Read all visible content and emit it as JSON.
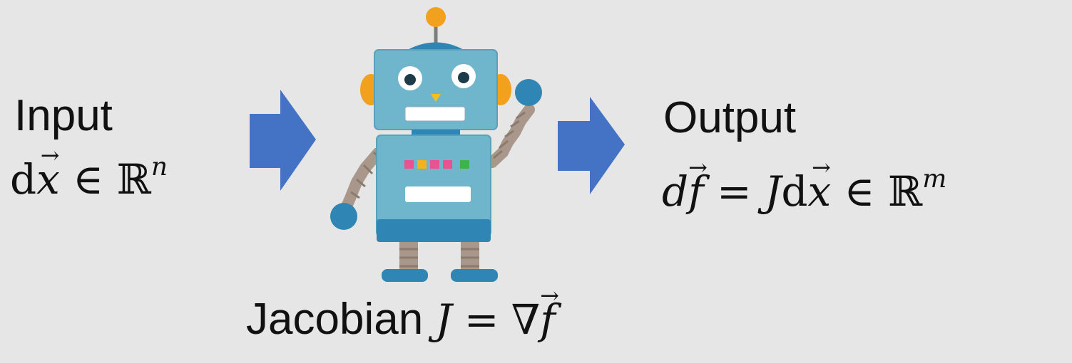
{
  "input": {
    "title": "Input",
    "d": "d",
    "x": "x",
    "in_symbol": "∈",
    "space": "ℝ",
    "exponent": "n"
  },
  "output": {
    "title": "Output",
    "d": "d",
    "f": "f",
    "eq": "=",
    "J": "J",
    "d2": "d",
    "x": "x",
    "in_symbol": "∈",
    "space": "ℝ",
    "exponent": "m"
  },
  "caption": {
    "text": "Jacobian",
    "J": "J",
    "eq": "=",
    "nabla": "∇",
    "f": "f"
  },
  "colors": {
    "background": "#e6e6e6",
    "arrow": "#4472c4",
    "robot_body": "#6fb5cc",
    "robot_dark": "#2f86b4",
    "robot_ear": "#f2a11f",
    "robot_antenna_ball": "#f2a11f",
    "robot_limb": "#a8978a"
  }
}
